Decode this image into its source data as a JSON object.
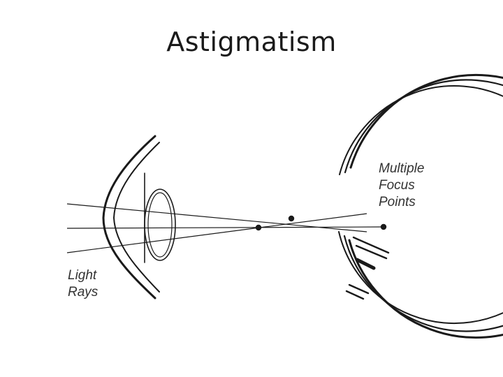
{
  "title": "Astigmatism",
  "labels": {
    "multiple_focus_points": [
      "Multiple",
      "Focus",
      "Points"
    ],
    "light_rays": [
      "Light",
      "Rays"
    ]
  },
  "colors": {
    "line": "#1a1a1a",
    "text": "#333333",
    "background": "#ffffff"
  }
}
